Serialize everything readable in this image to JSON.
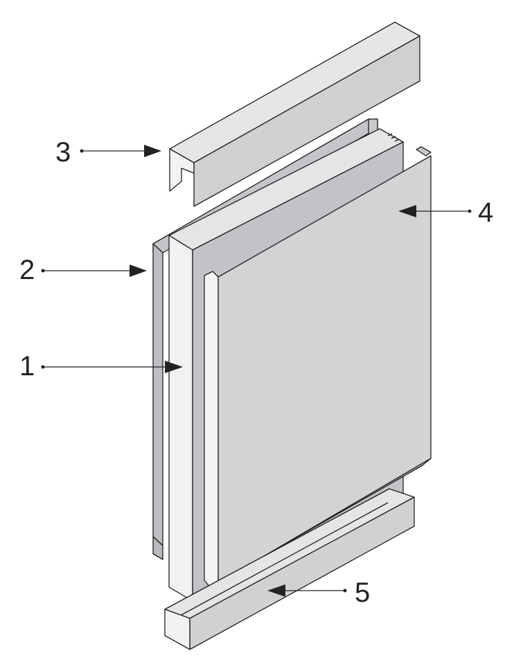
{
  "diagram": {
    "callouts": [
      {
        "id": "1",
        "label": "1"
      },
      {
        "id": "2",
        "label": "2"
      },
      {
        "id": "3",
        "label": "3"
      },
      {
        "id": "4",
        "label": "4"
      },
      {
        "id": "5",
        "label": "5"
      }
    ],
    "colors": {
      "panel_face": "#d2d3d5",
      "panel_dark": "#b9babd",
      "core_light": "#f1f1f2",
      "outline": "#1e1e1e",
      "text": "#222222"
    }
  }
}
